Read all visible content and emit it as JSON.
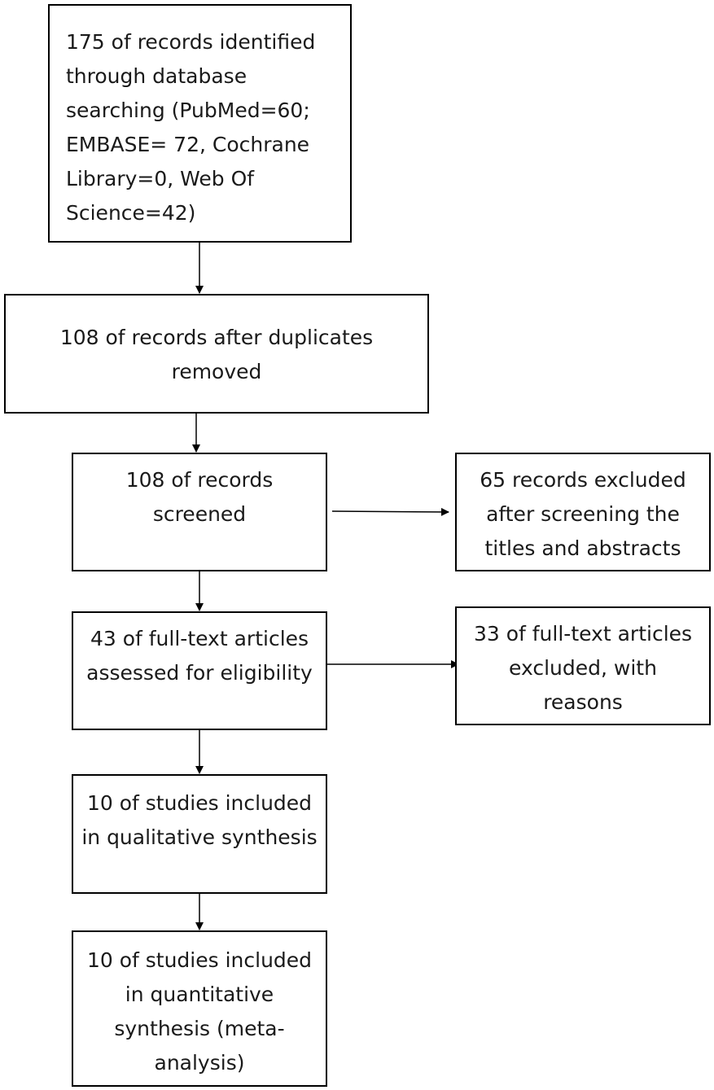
{
  "flow": {
    "identified": "175 of records identified\nthrough database\nsearching (PubMed=60;\nEMBASE= 72,   Cochrane\nLibrary=0, Web Of\nScience=42)",
    "after_duplicates": "108 of records after duplicates\nremoved",
    "screened": "108 of records\nscreened",
    "excluded_screening": "65 records excluded\nafter screening the\ntitles and abstracts",
    "fulltext_assessed": "43 of full-text articles\nassessed for eligibility",
    "fulltext_excluded": "33 of full-text articles\nexcluded, with\nreasons",
    "qualitative": "10 of studies included\nin qualitative synthesis",
    "quantitative": "10 of studies included\nin quantitative\nsynthesis (meta-\nanalysis)"
  },
  "colors": {
    "stroke": "#000000",
    "text": "#1a1a1a",
    "background": "#ffffff"
  }
}
